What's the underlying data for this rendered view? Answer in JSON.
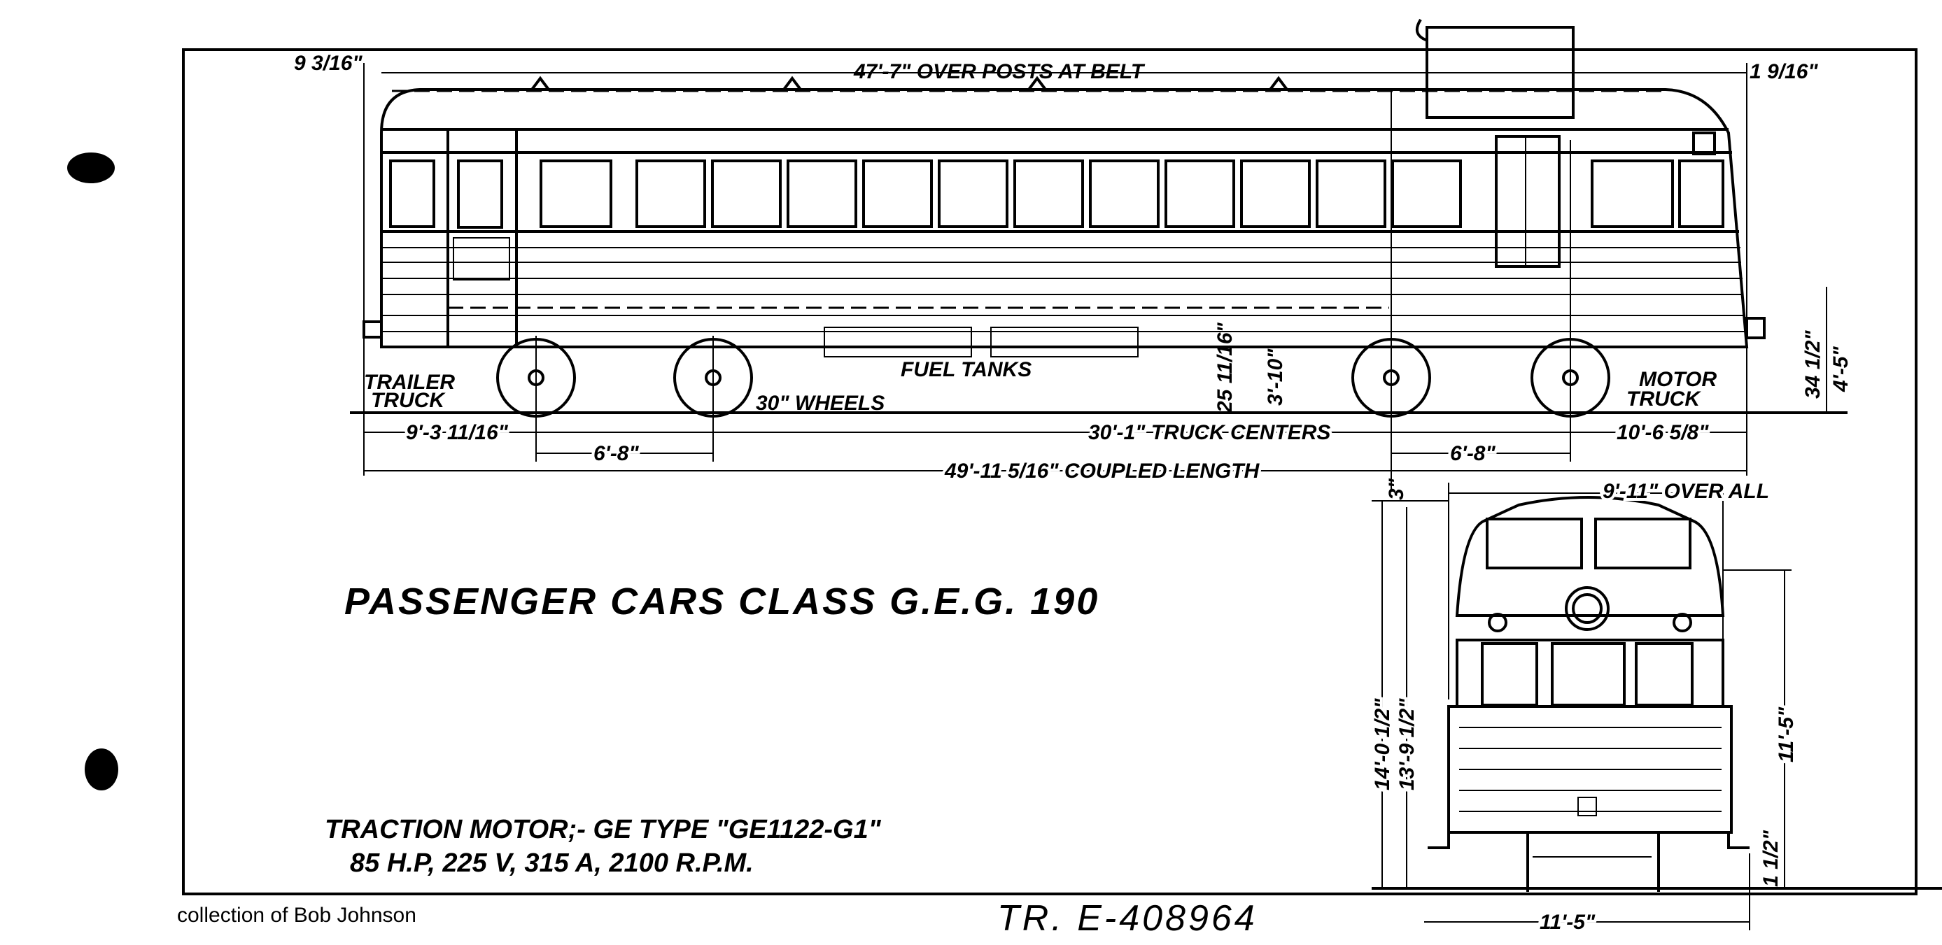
{
  "drawing": {
    "title": "PASSENGER CARS CLASS G.E.G. 190",
    "motor_line1": "TRACTION MOTOR;- GE TYPE \"GE1122-G1\"",
    "motor_line2": "85 H.P, 225 V, 315 A, 2100 R.P.M.",
    "credit": "collection of Bob Johnson",
    "drawing_number": "TR. E-408964"
  },
  "side_view": {
    "labels": {
      "trailer_truck_1": "TRAILER",
      "trailer_truck_2": "TRUCK",
      "motor_truck_1": "MOTOR",
      "motor_truck_2": "TRUCK",
      "fuel_tanks": "FUEL TANKS",
      "wheels": "30\" WHEELS"
    },
    "dimensions": {
      "roof_offset": "9 3/16\"",
      "over_posts": "47'-7\" OVER POSTS AT BELT",
      "end_offset": "1 9/16\"",
      "floor_height": "25 11/16\"",
      "step_height": "3'-10\"",
      "coupler_height": "34 1/2\"",
      "bumper_height": "4'-5\"",
      "trailer_overhang": "9'-3 11/16\"",
      "trailer_wheelbase": "6'-8\"",
      "truck_centers": "30'-1\" TRUCK CENTERS",
      "motor_wheelbase": "6'-8\"",
      "motor_overhang": "10'-6 5/8\"",
      "coupled_length": "49'-11 5/16\" COUPLED LENGTH"
    }
  },
  "end_view": {
    "dimensions": {
      "top_offset": "3\"",
      "width_over_all": "9'-11\" OVER ALL",
      "height_overall": "14'-0 1/2\"",
      "height_roof": "13'-9 1/2\"",
      "height_belt": "11'-5\"",
      "rail_offset": "1 1/2\"",
      "gauge_width": "11'-5\""
    }
  }
}
